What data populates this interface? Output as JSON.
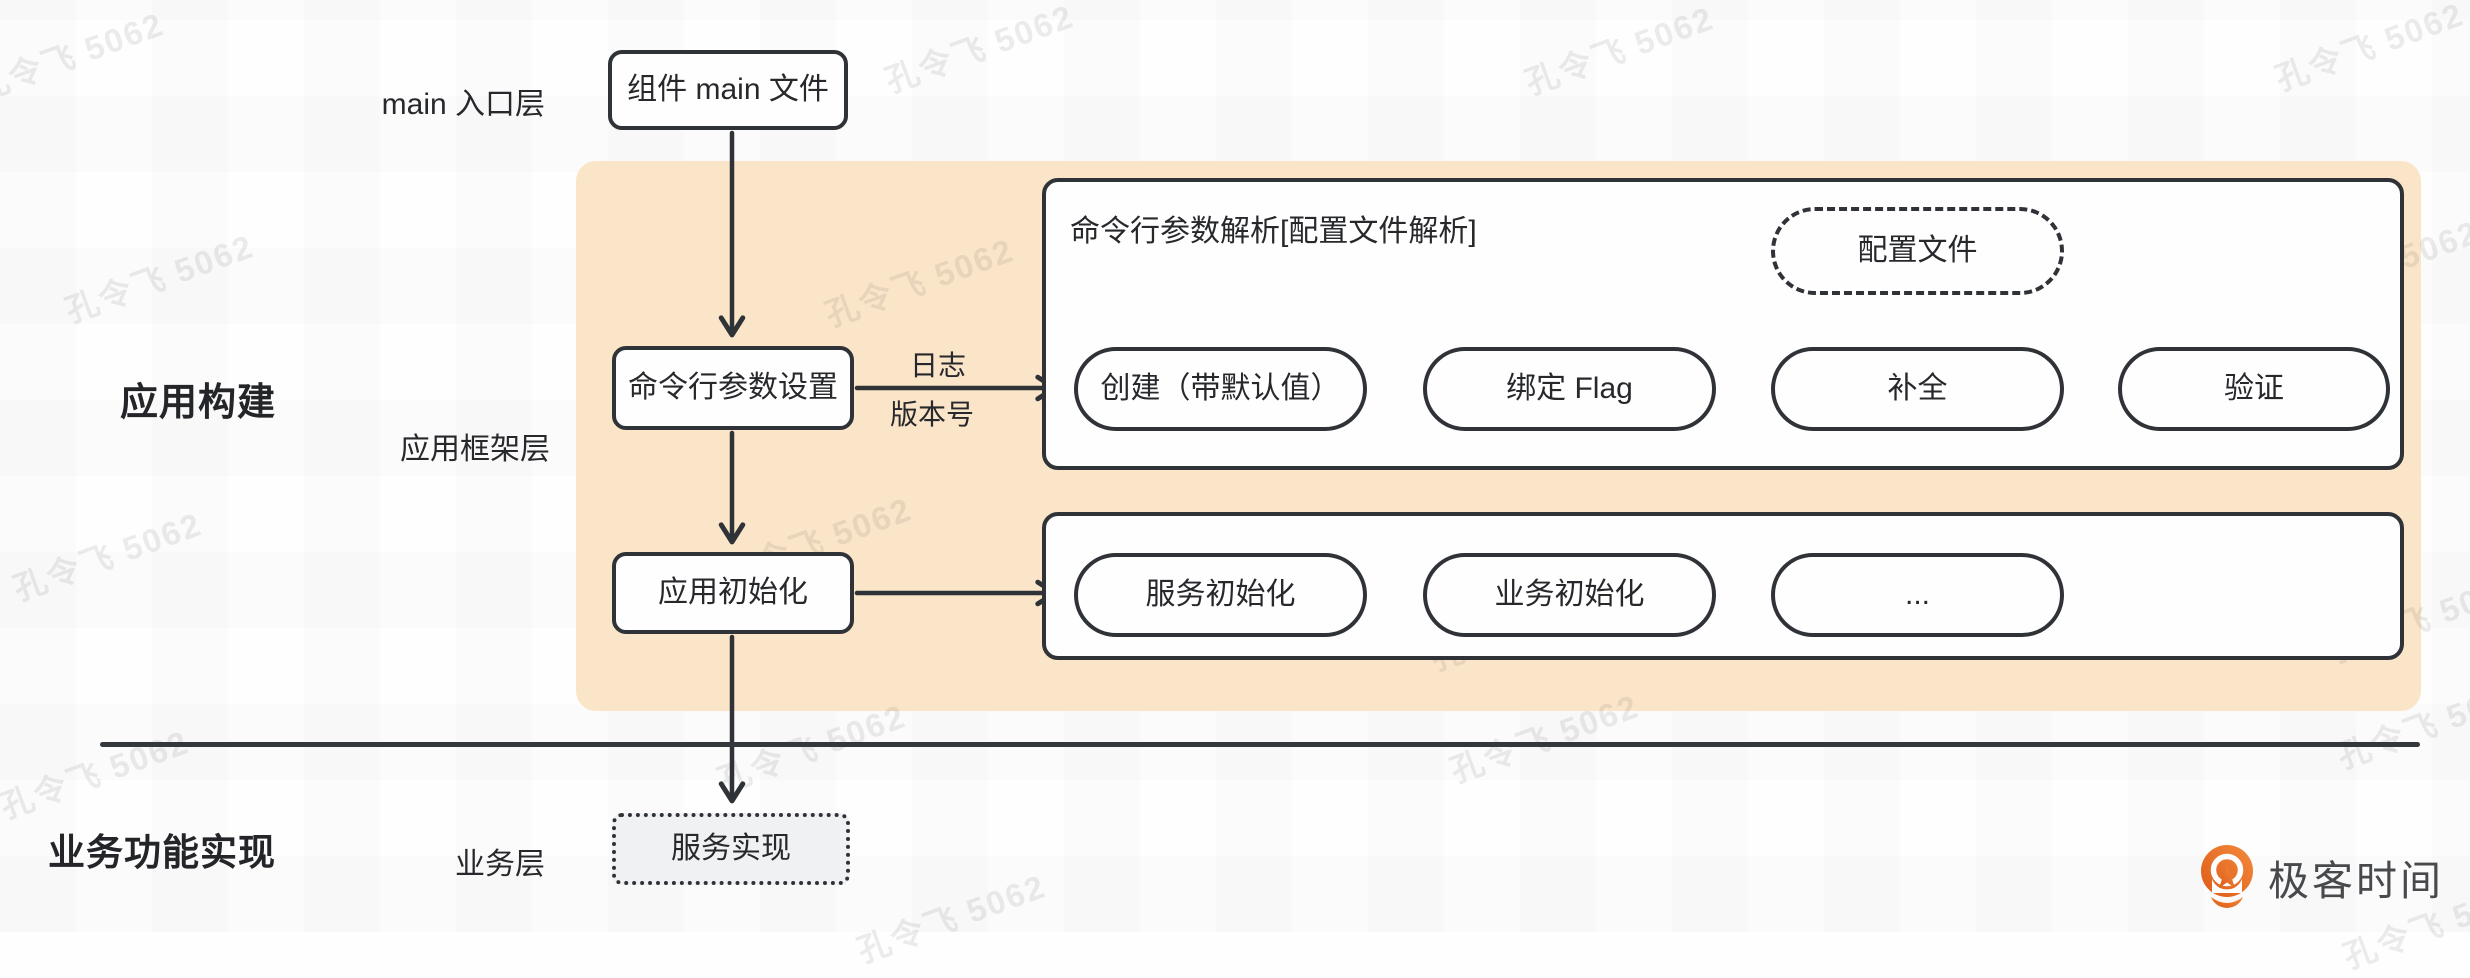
{
  "watermark": {
    "text": "孔令飞 5062"
  },
  "layers": {
    "main_entry": "main 入口层",
    "app_build": "应用构建",
    "app_framework": "应用框架层",
    "business_impl": "业务功能实现",
    "business": "业务层"
  },
  "nodes": {
    "main_file": "组件 main 文件",
    "cmd_flag_setup": "命令行参数设置",
    "app_init": "应用初始化",
    "service_impl": "服务实现"
  },
  "edge_labels": {
    "log": "日志",
    "version": "版本号"
  },
  "parse_box": {
    "title": "命令行参数解析[配置文件解析]",
    "config_file": "配置文件",
    "steps": [
      "创建（带默认值）",
      "绑定 Flag",
      "补全",
      "验证"
    ]
  },
  "init_box": {
    "steps": [
      "服务初始化",
      "业务初始化",
      "..."
    ]
  },
  "logo": {
    "text": "极客时间"
  },
  "colors": {
    "peach": "#FAE5C9",
    "ink": "#2F3237",
    "text": "#26282C",
    "muted_fill": "#F0F1F3",
    "logo_orange": "#E8681F",
    "logo_orange_light": "#F28A3C",
    "logo_text": "#47494D",
    "watermark": "rgba(40,40,40,0.09)"
  }
}
